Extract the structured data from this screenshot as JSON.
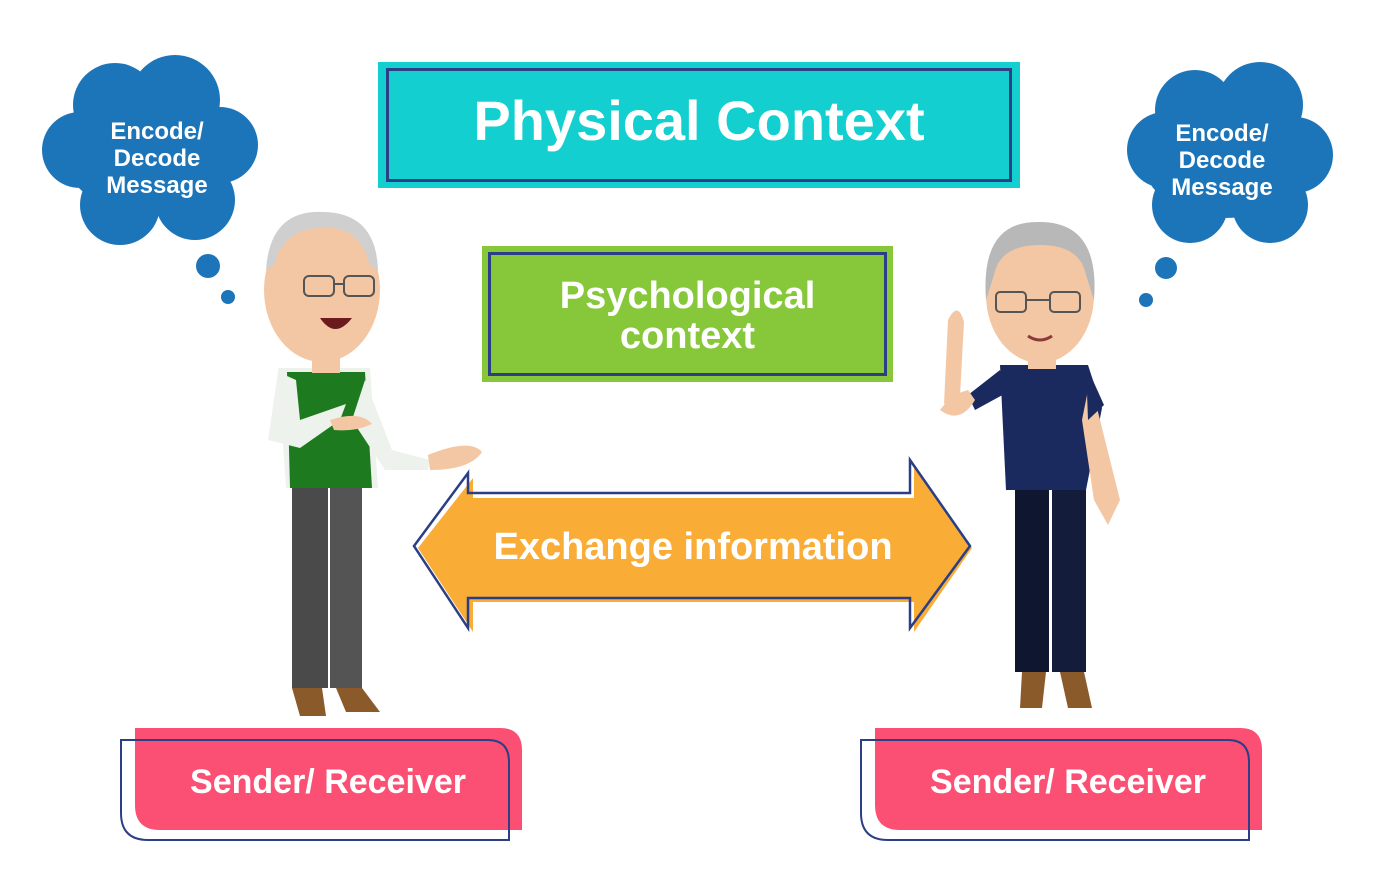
{
  "physical_context": {
    "label": "Physical Context"
  },
  "psychological_context": {
    "line1": "Psychological",
    "line2": "context"
  },
  "exchange": {
    "label": "Exchange information"
  },
  "left_cloud": {
    "line1": "Encode/",
    "line2": "Decode",
    "line3": "Message"
  },
  "right_cloud": {
    "line1": "Encode/",
    "line2": "Decode",
    "line3": "Message"
  },
  "left_person": {
    "role_label": "Sender/ Receiver"
  },
  "right_person": {
    "role_label": "Sender/ Receiver"
  },
  "colors": {
    "cloud": "#1d75b9",
    "physical": "#13cfd0",
    "psychological": "#86c83a",
    "arrow": "#f9ad37",
    "role_badge": "#fb5073",
    "outline": "#2a3f86"
  }
}
